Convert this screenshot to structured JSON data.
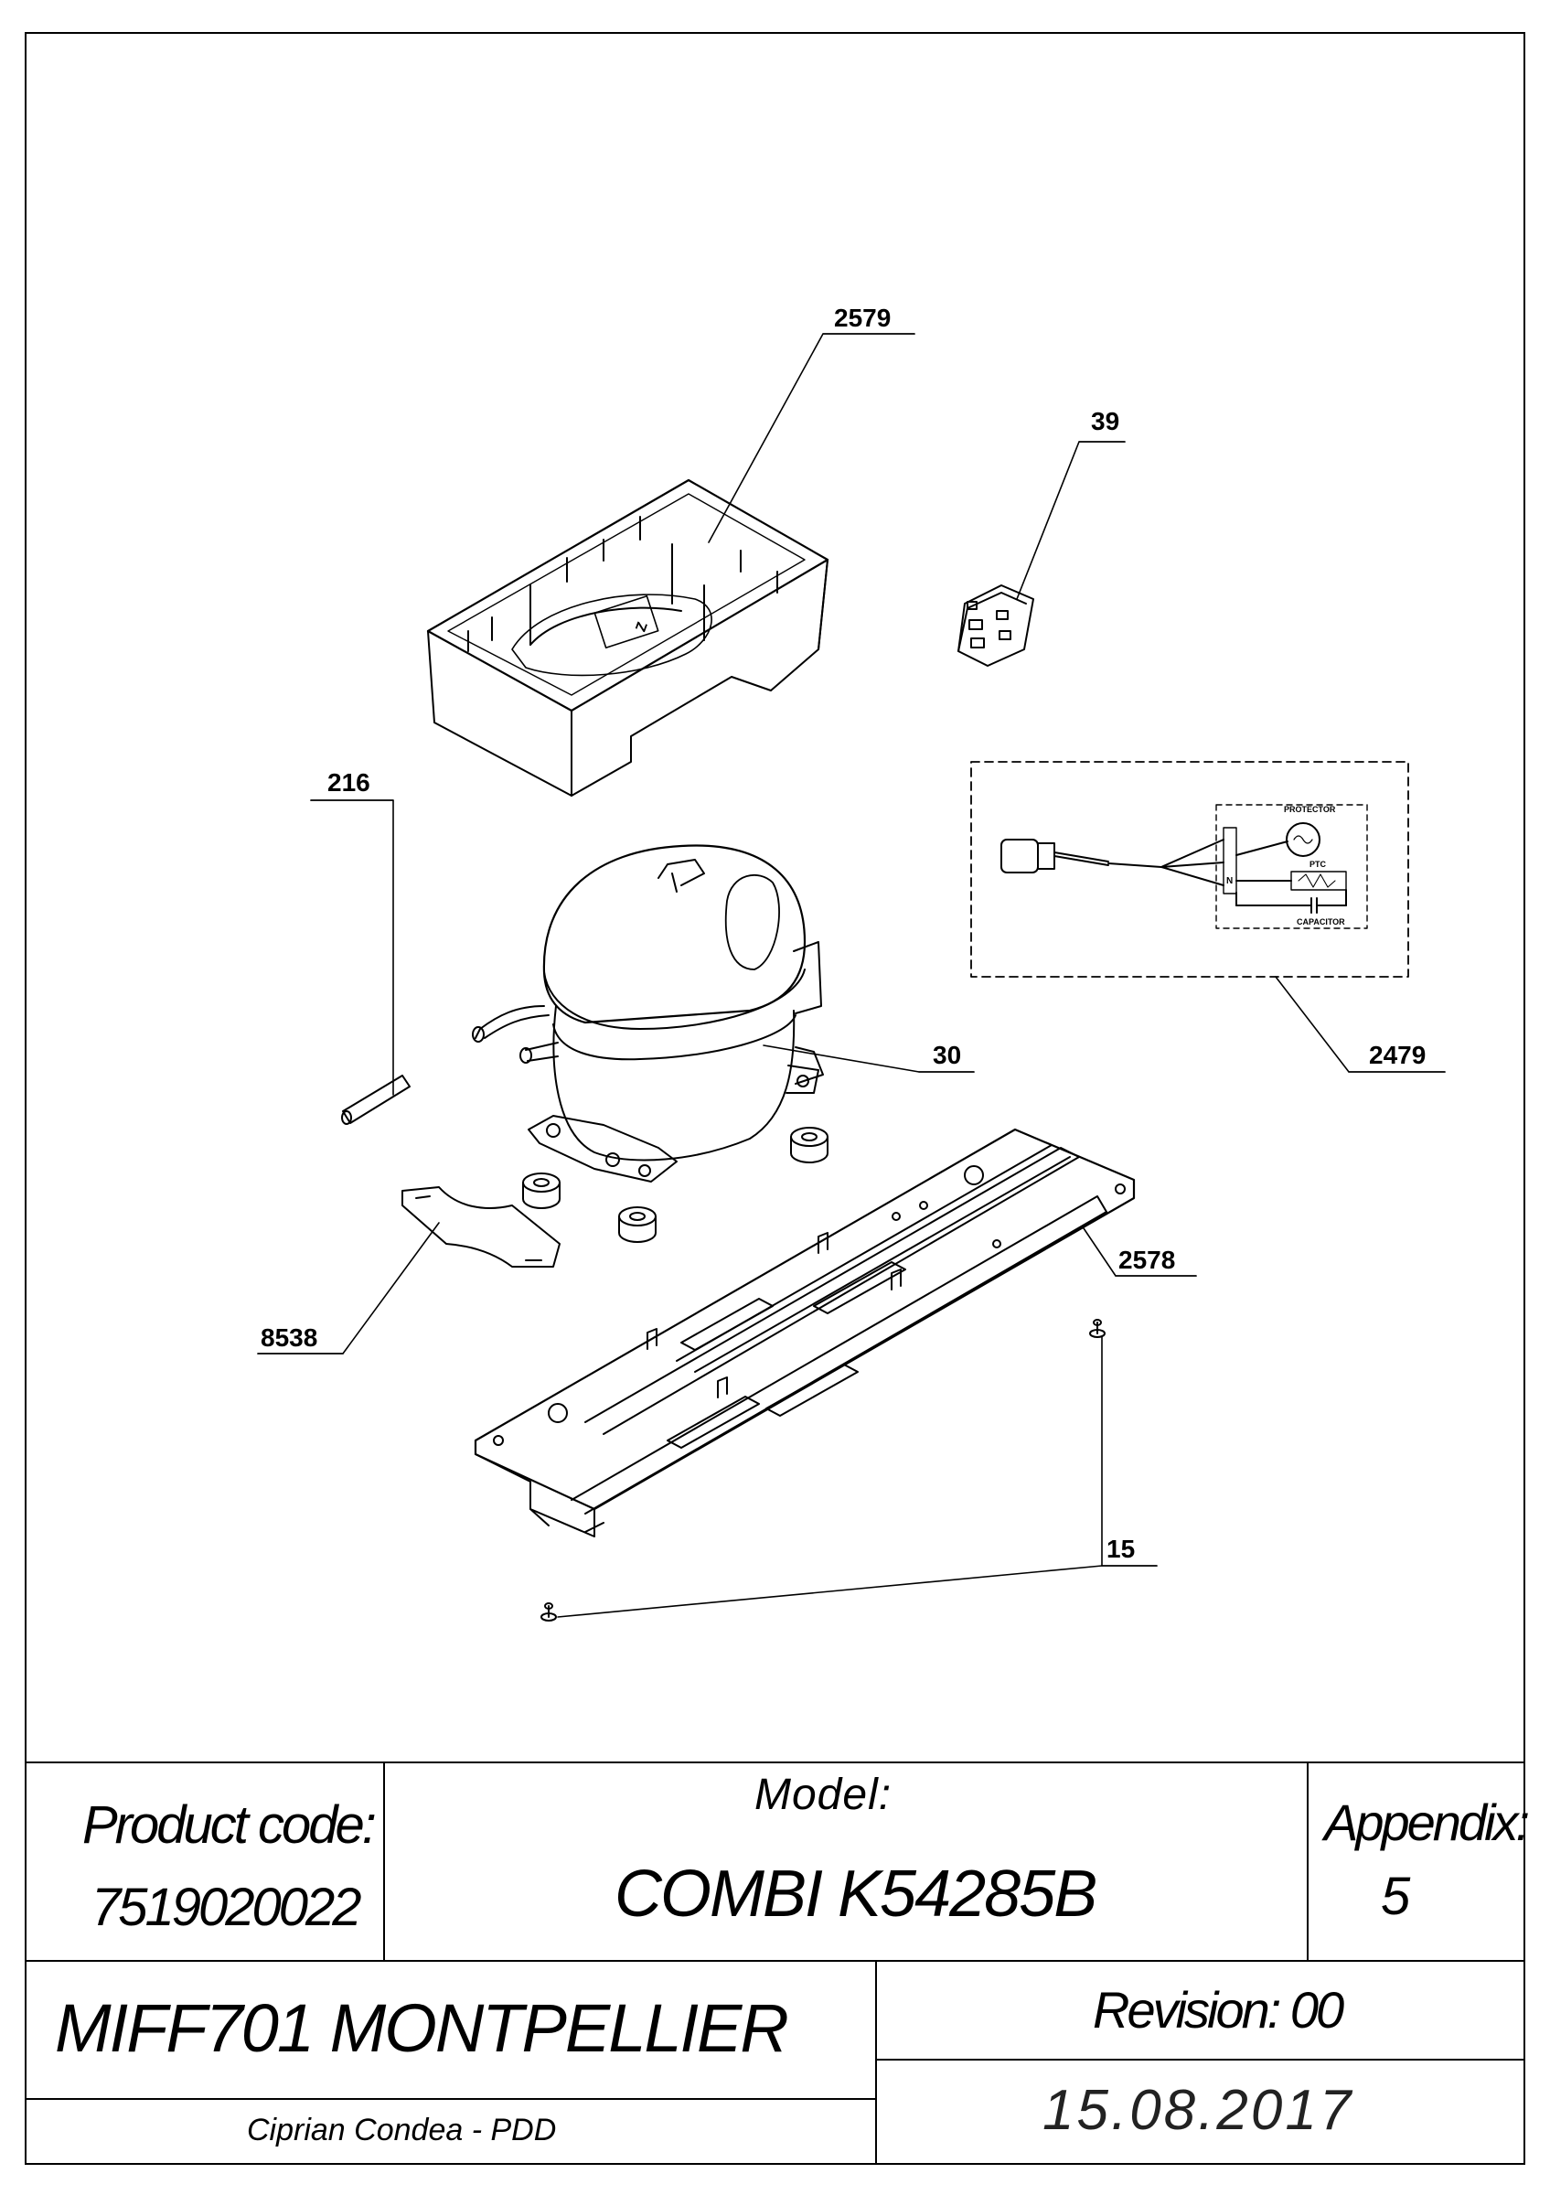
{
  "drawing": {
    "callouts": [
      {
        "id": "2579",
        "label": "2579"
      },
      {
        "id": "39",
        "label": "39"
      },
      {
        "id": "216",
        "label": "216"
      },
      {
        "id": "30",
        "label": "30"
      },
      {
        "id": "2479",
        "label": "2479"
      },
      {
        "id": "2578",
        "label": "2578"
      },
      {
        "id": "8538",
        "label": "8538"
      },
      {
        "id": "15",
        "label": "15"
      }
    ],
    "wiring_labels": {
      "protector": "PROTECTOR",
      "ptc": "PTC",
      "capacitor": "CAPACITOR",
      "n": "N"
    }
  },
  "title_block": {
    "product_code_label": "Product code:",
    "product_code": "7519020022",
    "model_label": "Model:",
    "model": "COMBI K54285B",
    "appendix_label": "Appendix:",
    "appendix": "5",
    "project": "MIFF701 MONTPELLIER",
    "revision": "Revision: 00",
    "author": "Ciprian Condea - PDD",
    "date": "15.08.2017"
  }
}
